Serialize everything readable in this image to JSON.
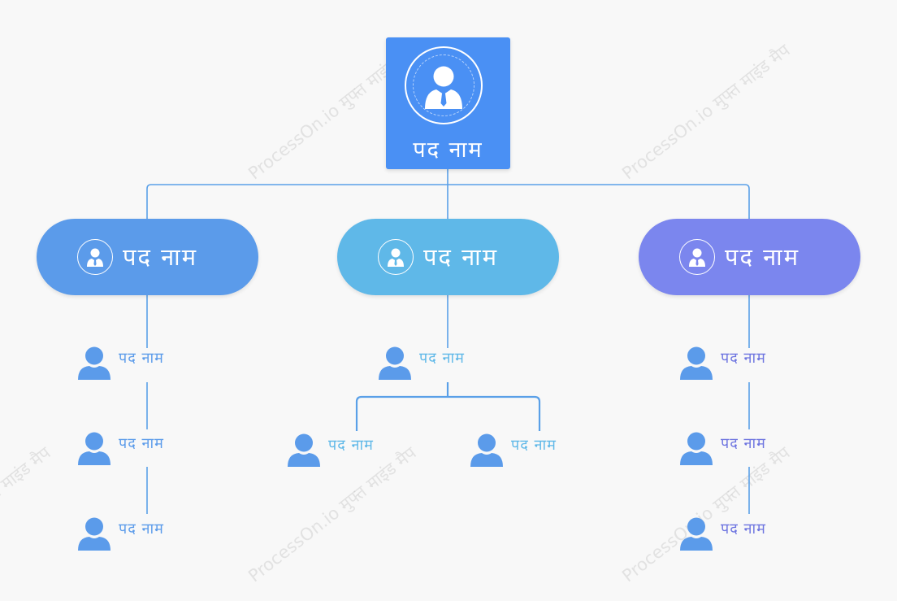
{
  "watermark": "ProcessOn.io मुफ्त माइंड मैप",
  "colors": {
    "root": "#4a90f4",
    "branch_left": "#5b9bea",
    "branch_mid": "#5fb8e8",
    "branch_right": "#7b86ee",
    "connector": "#5aa0e8",
    "person": "#5b9bea",
    "label_left": "#5b9bea",
    "label_mid": "#5fb8e8",
    "label_right": "#6d74e0"
  },
  "icons": {
    "root": "user-tie-icon",
    "branch": "user-tie-icon",
    "leaf": "user-icon"
  },
  "root": {
    "title": "पद नाम"
  },
  "branches": [
    {
      "title": "पद नाम",
      "children": [
        {
          "label": "पद नाम"
        },
        {
          "label": "पद नाम"
        },
        {
          "label": "पद नाम"
        }
      ]
    },
    {
      "title": "पद नाम",
      "children": [
        {
          "label": "पद नाम",
          "children": [
            {
              "label": "पद नाम"
            },
            {
              "label": "पद नाम"
            }
          ]
        }
      ]
    },
    {
      "title": "पद नाम",
      "children": [
        {
          "label": "पद नाम"
        },
        {
          "label": "पद नाम"
        },
        {
          "label": "पद नाम"
        }
      ]
    }
  ]
}
